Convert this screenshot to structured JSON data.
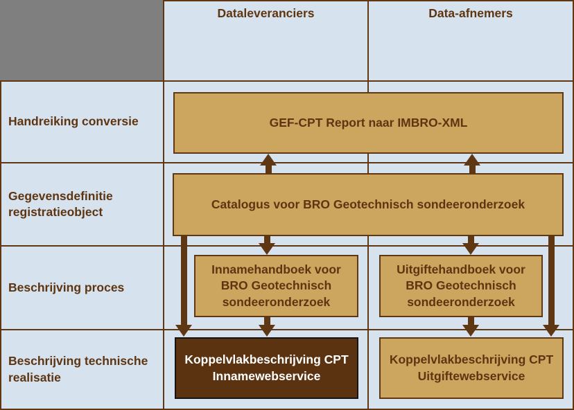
{
  "colors": {
    "blue-bg": "#d6e2ee",
    "gray": "#7f7f7f",
    "tan": "#cca55f",
    "brown": "#5f3813",
    "text-brown": "#5e3511",
    "dark-box": "#5b3310",
    "dark-box-border": "#141414",
    "white-text": "#ffffff"
  },
  "header": {
    "col1": "Dataleveranciers",
    "col2": "Data-afnemers"
  },
  "rows": [
    {
      "label": "Handreiking conversie"
    },
    {
      "label": "Gegevensdefinitie registratieobject"
    },
    {
      "label": "Beschrijving proces"
    },
    {
      "label": "Beschrijving technische realisatie"
    }
  ],
  "boxes": {
    "gef": "GEF-CPT Report naar IMBRO-XML",
    "catalogus": "Catalogus voor BRO Geotechnisch sondeeronderzoek",
    "innamehandboek": "Innamehandboek voor BRO Geotechnisch sondeeronderzoek",
    "uitgiftehandboek": "Uitgiftehandboek voor BRO Geotechnisch sondeeronderzoek",
    "koppelvlak_inname": "Koppelvlakbeschrijving CPT Innamewebservice",
    "koppelvlak_uitgifte": "Koppelvlakbeschrijving CPT Uitgiftewebservice"
  }
}
